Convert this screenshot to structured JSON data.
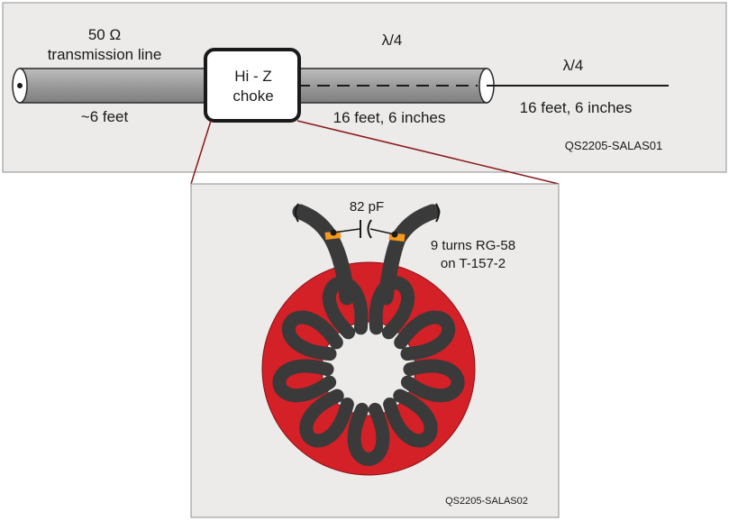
{
  "top_diagram": {
    "tx_line_label_line1": "50 Ω",
    "tx_line_label_line2": "transmission line",
    "tx_line_length": "~6 feet",
    "choke_label_line1": "Hi - Z",
    "choke_label_line2": "choke",
    "coax_section_label": "λ/4",
    "coax_section_length": "16 feet, 6 inches",
    "wire_section_label": "λ/4",
    "wire_section_length": "16 feet, 6 inches",
    "figure_id": "QS2205-SALAS01"
  },
  "detail_diagram": {
    "capacitor_label": "82 pF",
    "winding_label_line1": "9 turns RG-58",
    "winding_label_line2": "on T-157-2",
    "figure_id": "QS2205-SALAS02",
    "turns": 9
  },
  "colors": {
    "panel_bg": "#ecebe9",
    "coax_gray": "#9b9b9b",
    "toroid_red": "#d42027",
    "winding_dark": "#3a3a3a",
    "sleeve_orange": "#f59a1c",
    "leader_line": "#8b1a1a"
  }
}
